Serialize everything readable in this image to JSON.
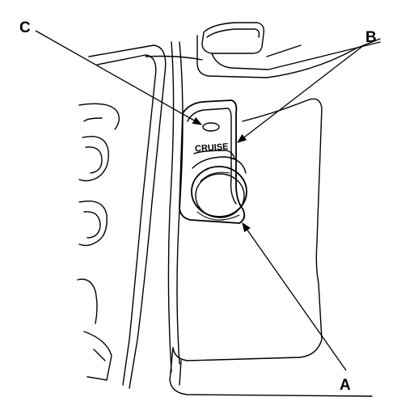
{
  "diagram": {
    "switch_label": "CRUISE",
    "callouts": [
      {
        "id": "A",
        "label": "A"
      },
      {
        "id": "B",
        "label": "B"
      },
      {
        "id": "C",
        "label": "C"
      }
    ]
  },
  "colors": {
    "ink": "#000000",
    "background": "#ffffff"
  }
}
